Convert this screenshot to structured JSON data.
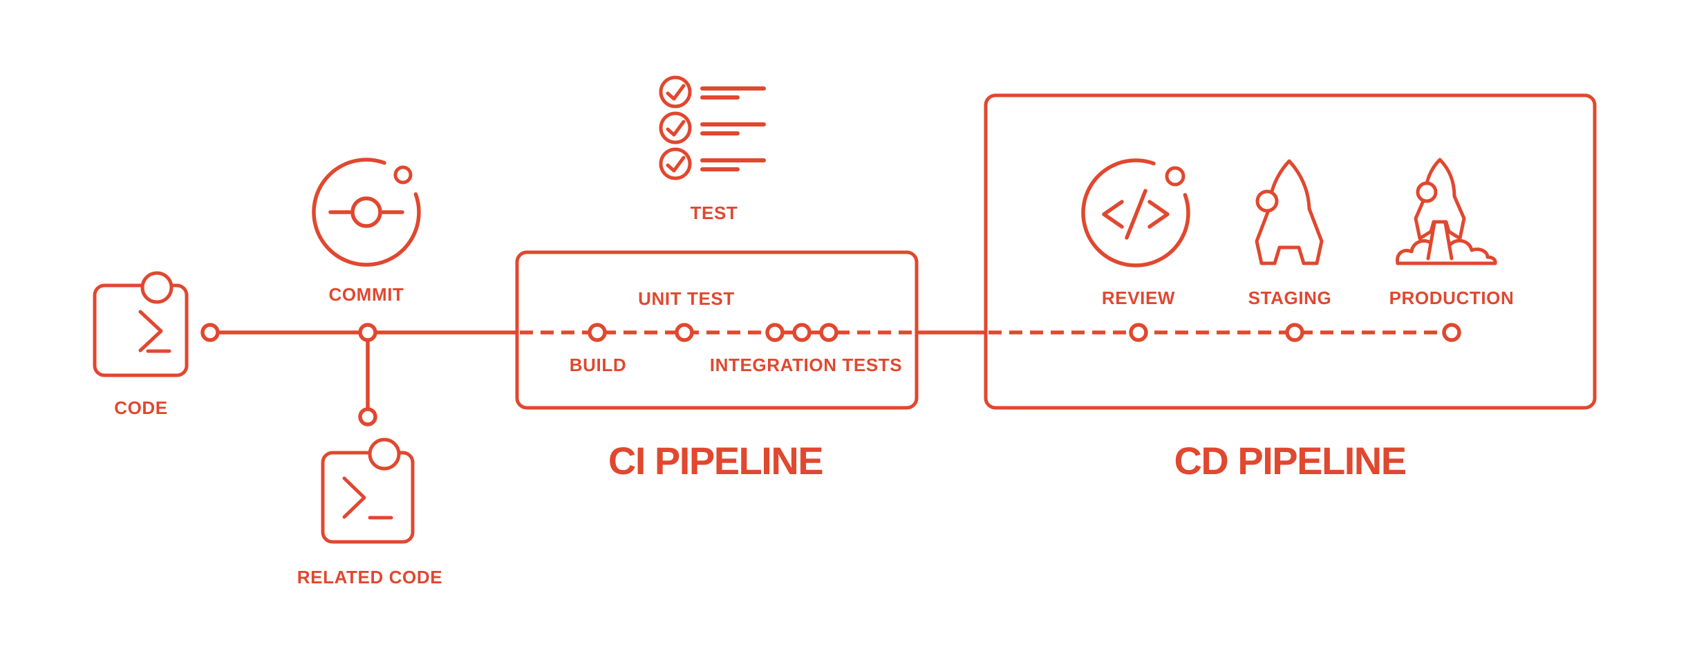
{
  "colors": {
    "accent": "#E0482F",
    "background": "#FFFFFF"
  },
  "workflow": {
    "code": {
      "label": "CODE",
      "icon": "terminal-window-icon"
    },
    "commit": {
      "label": "COMMIT",
      "icon": "git-commit-orbit-icon"
    },
    "related_code": {
      "label": "RELATED CODE",
      "icon": "terminal-window-icon"
    }
  },
  "ci": {
    "title": "CI PIPELINE",
    "test": {
      "label": "TEST",
      "icon": "checklist-icon",
      "items": 3
    },
    "stages": [
      {
        "label": "BUILD"
      },
      {
        "label": "UNIT TEST"
      },
      {
        "label": "INTEGRATION TESTS"
      }
    ]
  },
  "cd": {
    "title": "CD PIPELINE",
    "stages": [
      {
        "label": "REVIEW",
        "icon": "code-review-icon"
      },
      {
        "label": "STAGING",
        "icon": "rocket-icon"
      },
      {
        "label": "PRODUCTION",
        "icon": "rocket-launch-icon"
      }
    ]
  }
}
